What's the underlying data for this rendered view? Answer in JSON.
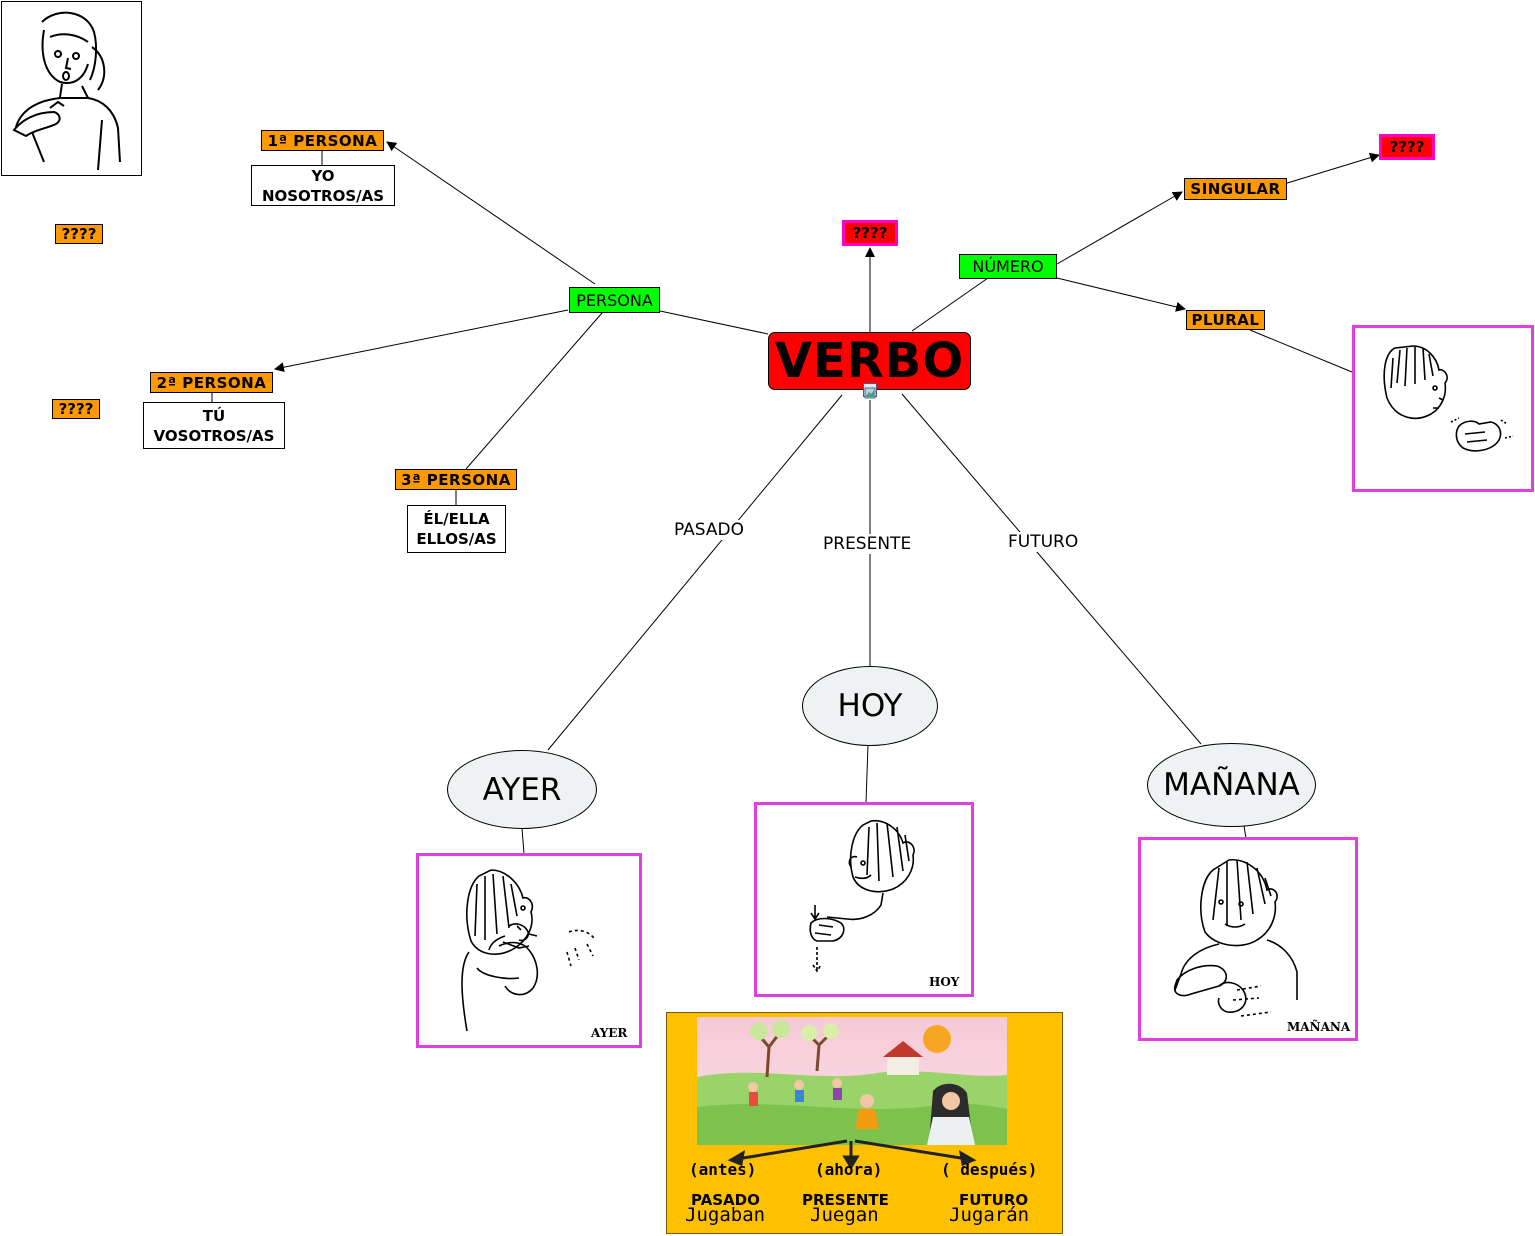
{
  "main": {
    "title": "VERBO"
  },
  "persona": {
    "label": "PERSONA",
    "first": {
      "label": "1ª PERSONA",
      "line1": "YO",
      "line2": "NOSOTROS/AS"
    },
    "second": {
      "label": "2ª PERSONA",
      "line1": "TÚ",
      "line2": "VOSOTROS/AS"
    },
    "third": {
      "label": "3ª PERSONA",
      "line1": "ÉL/ELLA",
      "line2": "ELLOS/AS"
    }
  },
  "numero": {
    "label": "NÚMERO",
    "singular": "SINGULAR",
    "plural": "PLURAL"
  },
  "unknowns": {
    "top": "????",
    "singular": "????",
    "left_top": "????",
    "left_mid": "????"
  },
  "tiempo": {
    "pasado_label": "PASADO",
    "presente_label": "PRESENTE",
    "futuro_label": "FUTURO",
    "ayer": "AYER",
    "hoy": "HOY",
    "manana": "MAÑANA"
  },
  "signs": {
    "ayer_caption": "AYER",
    "hoy_caption": "HOY",
    "manana_caption": "MAÑANA"
  },
  "poster": {
    "antes": "(antes)",
    "ahora": "(ahora)",
    "despues": "( después)",
    "pasado": "PASADO",
    "presente": "PRESENTE",
    "futuro": "FUTURO",
    "jugaban": "Jugaban",
    "juegan": "Juegan",
    "jugaran": "Jugarán"
  },
  "colors": {
    "main": "#ff0000",
    "category": "#00ff00",
    "person": "#ff9900",
    "frame": "#e040e0",
    "ellipse": "#eef2f3",
    "poster": "#ffc000"
  }
}
